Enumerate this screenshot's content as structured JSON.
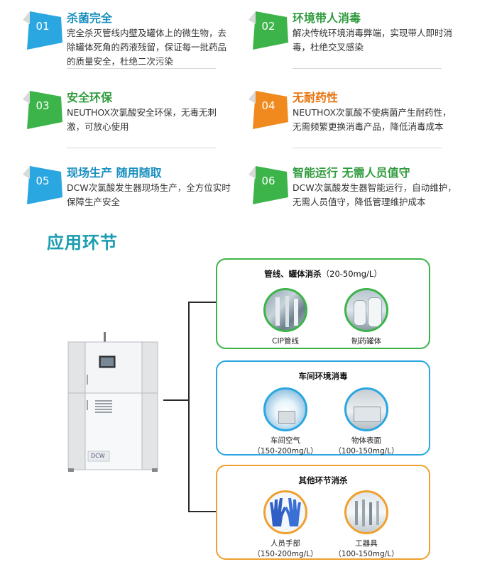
{
  "features": [
    {
      "num": "01",
      "title": "杀菌完全",
      "desc": "完全杀灭管线内壁及罐体上的微生物，去除罐体死角的药液残留，保证每一批药品的质量安全，杜绝二次污染",
      "color": "#2aa6e0",
      "title_color": "#1a8fbf"
    },
    {
      "num": "02",
      "title": "环境带人消毒",
      "desc": "解决传统环境消毒弊端，实现带人即时消毒，杜绝交叉感染",
      "color": "#3cb44a",
      "title_color": "#2f9a3c"
    },
    {
      "num": "03",
      "title": "安全环保",
      "desc": "NEUTHOX次氯酸安全环保，无毒无刺激，可放心使用",
      "color": "#3cb44a",
      "title_color": "#2f9a3c"
    },
    {
      "num": "04",
      "title": "无耐药性",
      "desc": "NEUTHOX次氯酸不使病菌产生耐药性，无需频繁更换消毒产品，降低消毒成本",
      "color": "#f08a1e",
      "title_color": "#e8720c"
    },
    {
      "num": "05",
      "title": "现场生产 随用随取",
      "desc": "DCW次氯酸发生器现场生产，全方位实时保障生产安全",
      "color": "#2aa6e0",
      "title_color": "#1a8fbf"
    },
    {
      "num": "06",
      "title": "智能运行 无需人员值守",
      "desc": "DCW次氯酸发生器智能运行，自动维护，无需人员值守，降低管理维护成本",
      "color": "#3cb44a",
      "title_color": "#2f9a3c"
    }
  ],
  "section_title": "应用环节",
  "machine_brand": "DCW",
  "panels": [
    {
      "title": "管线、罐体消杀",
      "title_sub": "（20-50mg/L）",
      "border": "#3cb44a",
      "items": [
        {
          "label": "CIP管线",
          "range": ""
        },
        {
          "label": "制药罐体",
          "range": ""
        }
      ]
    },
    {
      "title": "车间环境消毒",
      "title_sub": "",
      "border": "#2aa6e0",
      "items": [
        {
          "label": "车间空气",
          "range": "（150-200mg/L）"
        },
        {
          "label": "物体表面",
          "range": "（100-150mg/L）"
        }
      ]
    },
    {
      "title": "其他环节消杀",
      "title_sub": "",
      "border": "#f0a030",
      "items": [
        {
          "label": "人员手部",
          "range": "（150-200mg/L）"
        },
        {
          "label": "工器具",
          "range": "（100-150mg/L）"
        }
      ]
    }
  ]
}
